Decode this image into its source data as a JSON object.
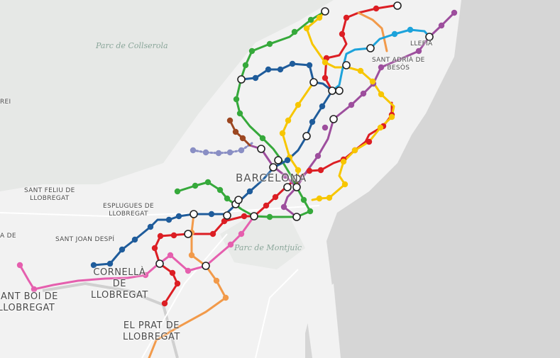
{
  "colors": {
    "water": "#d6d6d6",
    "land": "#f2f2f2",
    "park": "#e4e7e5",
    "L1": "#dc1e24",
    "L2": "#9d4e9d",
    "L3": "#36a93b",
    "L4": "#f7c600",
    "L5": "#1f5c9b",
    "L9": "#f29a4a",
    "L10": "#1da3db",
    "L11": "#8a8fc4",
    "FGC": "#e55fae",
    "RB": "#9c4721"
  },
  "labels": {
    "barcelona": "BARCELONA",
    "cornella": [
      "CORNELLÀ",
      "DE",
      "LLOBREGAT"
    ],
    "el_prat": [
      "EL PRAT DE",
      "LLOBREGAT"
    ],
    "sant_boi": [
      "SANT BOI DE",
      "LLOBREGAT"
    ],
    "sant_feliu": [
      "SANT FELIU DE",
      "LLOBREGAT"
    ],
    "esplugues": [
      "ESPLUGUES DE",
      "LLOBREGAT"
    ],
    "sant_joan": [
      "SANT JOAN DESPÍ"
    ],
    "sant_adria": [
      "SANT ADRIÀ DE",
      "BESÒS"
    ],
    "llefia": [
      "LLEFIÀ"
    ],
    "edge_left_top": "REI",
    "edge_left_mid": "A DE"
  },
  "parks": {
    "collserola": "Parc de Collserola",
    "montjuic": "Parc de Montjuïc"
  }
}
